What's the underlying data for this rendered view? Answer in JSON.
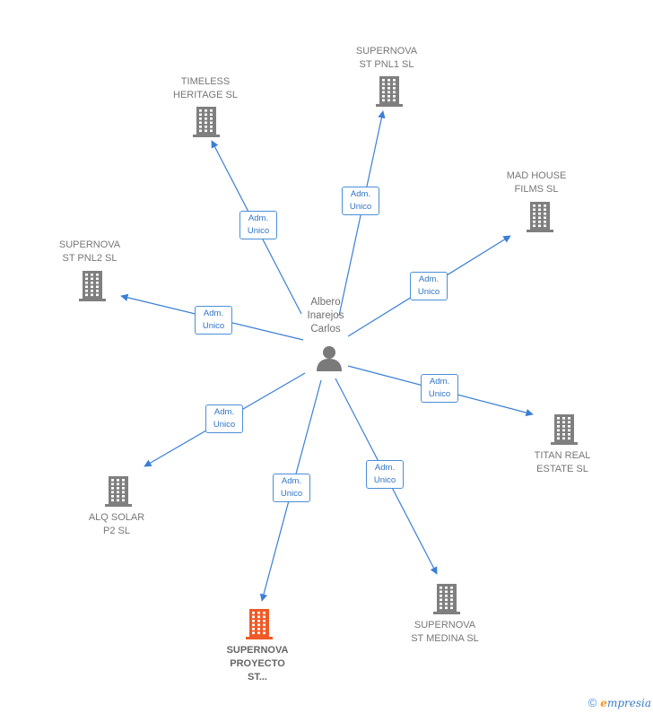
{
  "center": {
    "name": "Albero\nInarejos\nCarlos",
    "icon": "person-icon"
  },
  "role_label": {
    "line1": "Adm.",
    "line2": "Unico"
  },
  "companies": [
    {
      "id": "timeless",
      "name": "TIMELESS\nHERITAGE  SL",
      "icon": "building-icon",
      "color": "#7f7f7f",
      "highlight": false
    },
    {
      "id": "pnl1",
      "name": "SUPERNOVA\nST PNL1  SL",
      "icon": "building-icon",
      "color": "#7f7f7f",
      "highlight": false
    },
    {
      "id": "madhouse",
      "name": "MAD HOUSE\nFILMS  SL",
      "icon": "building-icon",
      "color": "#7f7f7f",
      "highlight": false
    },
    {
      "id": "pnl2",
      "name": "SUPERNOVA\nST PNL2  SL",
      "icon": "building-icon",
      "color": "#7f7f7f",
      "highlight": false
    },
    {
      "id": "titan",
      "name": "TITAN REAL\nESTATE  SL",
      "icon": "building-icon",
      "color": "#7f7f7f",
      "highlight": false
    },
    {
      "id": "alq",
      "name": "ALQ SOLAR\nP2  SL",
      "icon": "building-icon",
      "color": "#7f7f7f",
      "highlight": false
    },
    {
      "id": "proyecto",
      "name": "SUPERNOVA\nPROYECTO\nST...",
      "icon": "building-icon",
      "color": "#f05a28",
      "highlight": true
    },
    {
      "id": "medina",
      "name": "SUPERNOVA\nST MEDINA  SL",
      "icon": "building-icon",
      "color": "#7f7f7f",
      "highlight": false
    }
  ],
  "footer": {
    "copyright": "©",
    "brand_e": "e",
    "brand_rest": "mpresia"
  },
  "colors": {
    "edge": "#3a7fd5",
    "label_border": "#4a8fd6",
    "text": "#777777"
  }
}
